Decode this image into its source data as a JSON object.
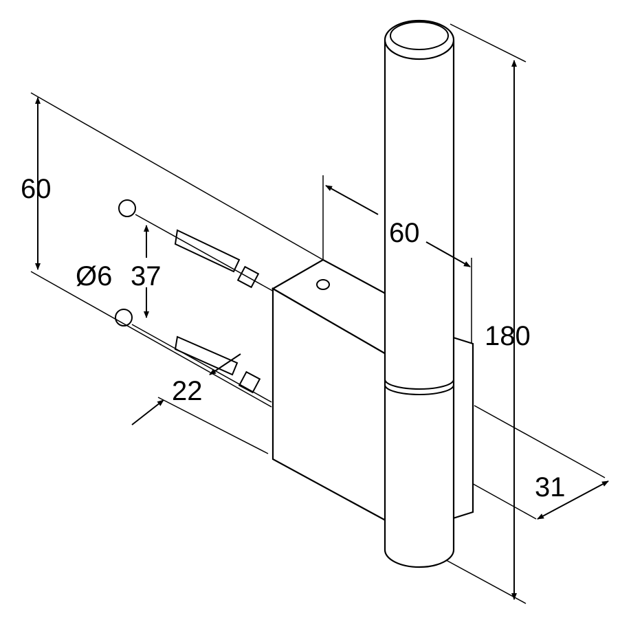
{
  "title": "Hinge dimension drawing",
  "dimensions": {
    "plate_height": "60",
    "plate_width": "60",
    "hole_diameter": "Ø6",
    "hole_spacing": "37",
    "offset": "22",
    "total_height": "180",
    "depth": "31"
  }
}
